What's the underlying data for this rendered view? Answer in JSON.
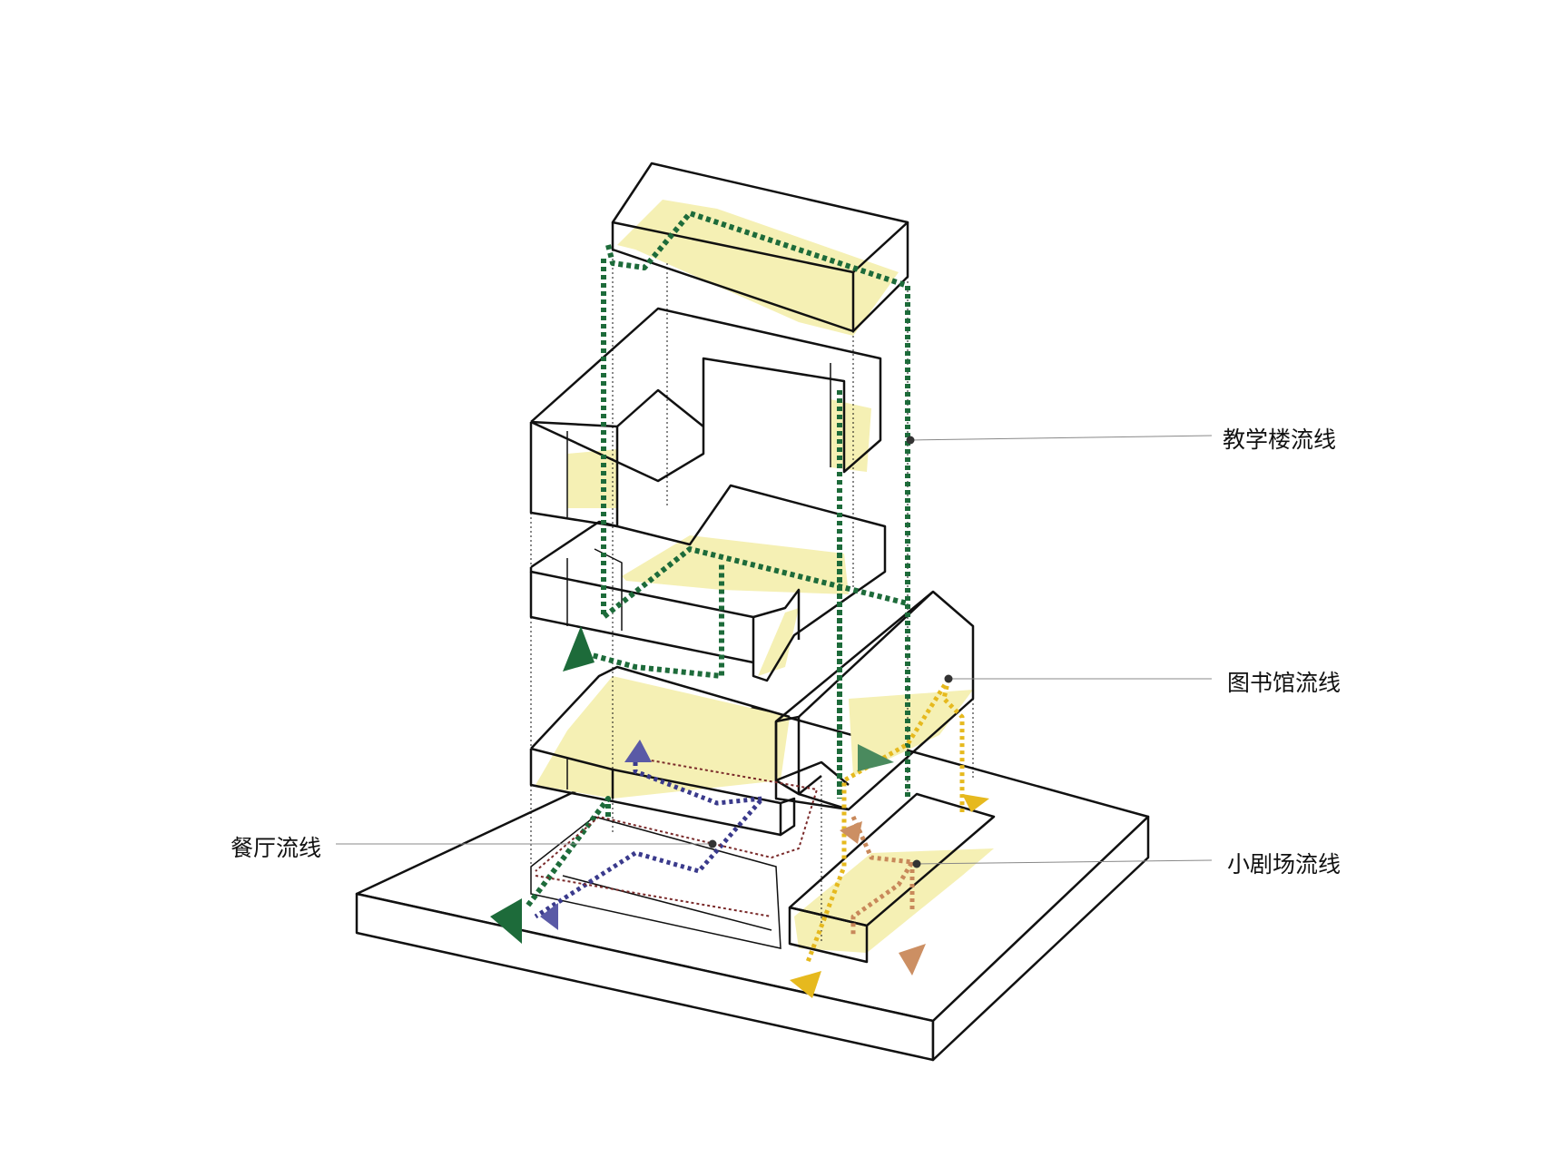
{
  "labels": {
    "teaching_building": "教学楼流线",
    "library": "图书馆流线",
    "canteen": "餐厅流线",
    "theater": "小剧场流线"
  },
  "colors": {
    "outline": "#111111",
    "floor_fill": "#f5f0b4",
    "teaching_route": "#1d6b3a",
    "library_route": "#e6b91e",
    "canteen_route": "#3a3a8c",
    "canteen_route_secondary": "#7a2a2a",
    "theater_route": "#c8885a",
    "canteen_arrow": "#5a5aa6",
    "theater_arrow": "#cc8f63"
  }
}
